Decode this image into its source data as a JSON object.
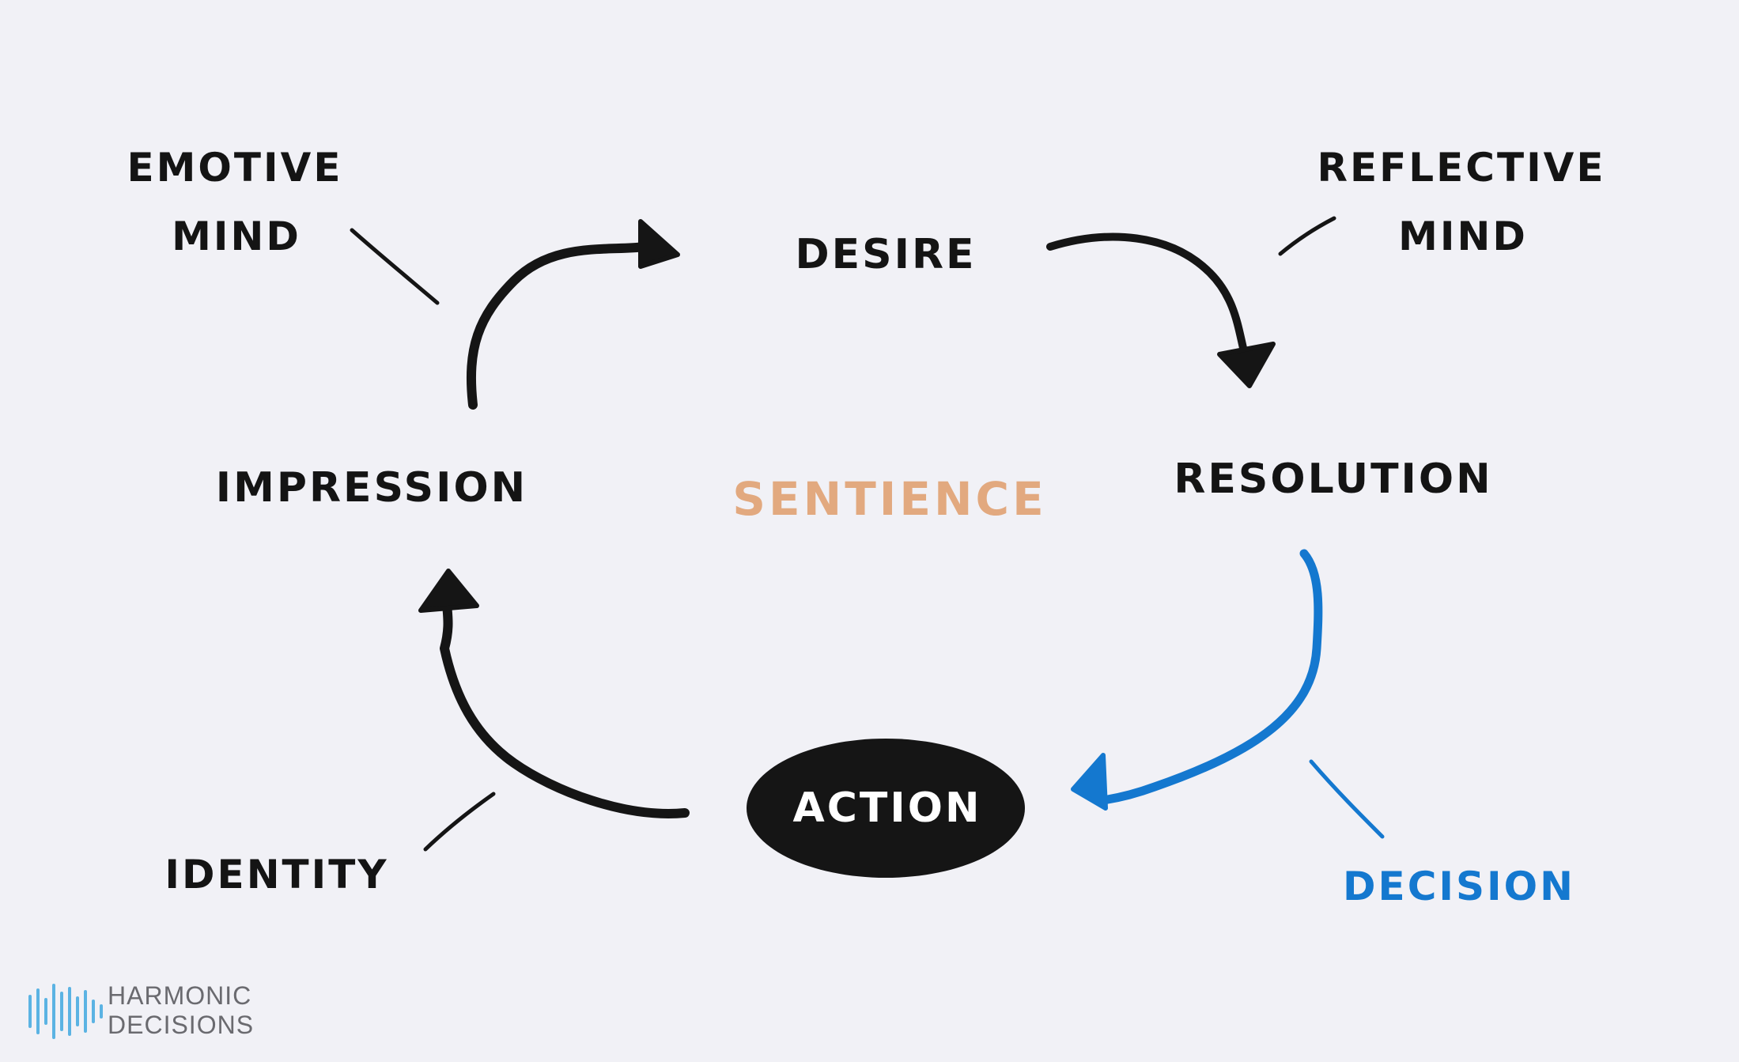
{
  "diagram": {
    "center_label": "SENTIENCE",
    "nodes": {
      "desire": "DESIRE",
      "resolution": "RESOLUTION",
      "action": "ACTION",
      "impression": "IMPRESSION"
    },
    "annotations": {
      "emotive_mind_line1": "EMOTIVE",
      "emotive_mind_line2": "MIND",
      "reflective_mind_line1": "REFLECTIVE",
      "reflective_mind_line2": "MIND",
      "identity": "IDENTITY",
      "decision": "DECISION"
    },
    "colors": {
      "ink": "#151515",
      "accent_blue": "#1478cf",
      "center_label": "#e2a97f",
      "background": "#f1f1f6",
      "logo_bars": "#5bb3e3",
      "logo_text": "#6a6a6f"
    }
  },
  "logo": {
    "line1": "HARMONIC",
    "line2": "DECISIONS"
  }
}
